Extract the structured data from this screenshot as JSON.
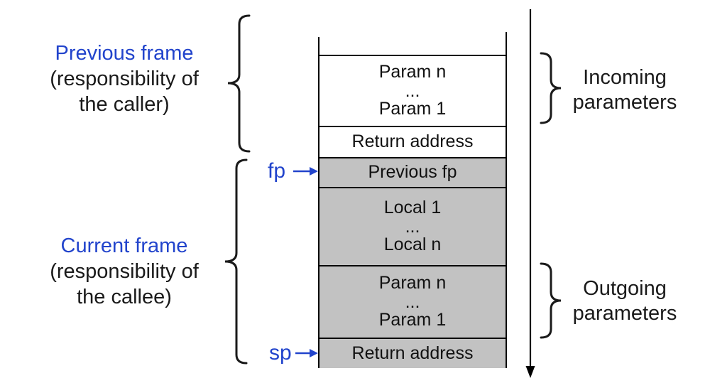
{
  "colors": {
    "label_blue": "#2244cc",
    "cell_gray": "#c2c2c2",
    "line_black": "#000000"
  },
  "icons": {
    "fp_arrow": "right-arrow",
    "sp_arrow": "right-arrow",
    "stack_growth": "down-arrow"
  },
  "left_labels": {
    "previous": {
      "title": "Previous frame",
      "sub1": "(responsibility of",
      "sub2": "the caller)"
    },
    "current": {
      "title": "Current frame",
      "sub1": "(responsibility of",
      "sub2": "the callee)"
    }
  },
  "pointers": {
    "fp": "fp",
    "sp": "sp"
  },
  "stack": {
    "cells": [
      {
        "name": "incoming-params",
        "fill": "white",
        "lines": [
          "Param n",
          "...",
          "Param 1"
        ]
      },
      {
        "name": "return-address-caller",
        "fill": "white",
        "lines": [
          "Return address"
        ]
      },
      {
        "name": "previous-fp",
        "fill": "gray",
        "lines": [
          "Previous fp"
        ]
      },
      {
        "name": "locals",
        "fill": "gray",
        "lines": [
          "Local 1",
          "...",
          "Local n"
        ]
      },
      {
        "name": "outgoing-params",
        "fill": "gray",
        "lines": [
          "Param n",
          "...",
          "Param 1"
        ]
      },
      {
        "name": "return-address-callee",
        "fill": "gray",
        "lines": [
          "Return address"
        ]
      }
    ]
  },
  "right_labels": {
    "incoming": {
      "line1": "Incoming",
      "line2": "parameters"
    },
    "outgoing": {
      "line1": "Outgoing",
      "line2": "parameters"
    }
  }
}
